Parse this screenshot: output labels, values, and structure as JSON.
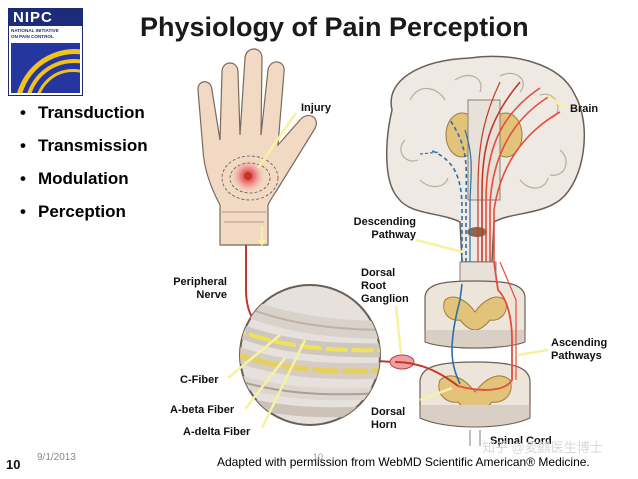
{
  "logo": {
    "name": "NIPC",
    "lines": [
      "NATIONAL INITIATIVE",
      "ON PAIN CONTROL"
    ]
  },
  "title": "Physiology of Pain Perception",
  "bullets": [
    "Transduction",
    "Transmission",
    "Modulation",
    "Perception"
  ],
  "labels": {
    "injury": "Injury",
    "brain": "Brain",
    "descending_1": "Descending",
    "descending_2": "Pathway",
    "peripheral_1": "Peripheral",
    "peripheral_2": "Nerve",
    "drg_1": "Dorsal",
    "drg_2": "Root",
    "drg_3": "Ganglion",
    "ascending_1": "Ascending",
    "ascending_2": "Pathways",
    "c_fiber": "C-Fiber",
    "abeta_fiber": "A-beta Fiber",
    "adelta_fiber": "A-delta Fiber",
    "dorsal_horn_1": "Dorsal",
    "dorsal_horn_2": "Horn",
    "spinal_cord": "Spinal Cord"
  },
  "footer": {
    "date": "9/1/2013",
    "slide_number": "10",
    "page_marker": "10",
    "credit": "Adapted with permission from WebMD Scientific American® Medicine.",
    "watermark": "知乎 @麦麒医生博士"
  },
  "colors": {
    "nerve": "#c0392b",
    "ascending": "#e74c3c",
    "descending": "#2e6fa7",
    "skin": "#f2d9c4",
    "brain": "#efe9e3",
    "gray_matter": "#e3c27a",
    "logo_blue": "#1d2c7a",
    "logo_gold": "#f2c21b"
  }
}
